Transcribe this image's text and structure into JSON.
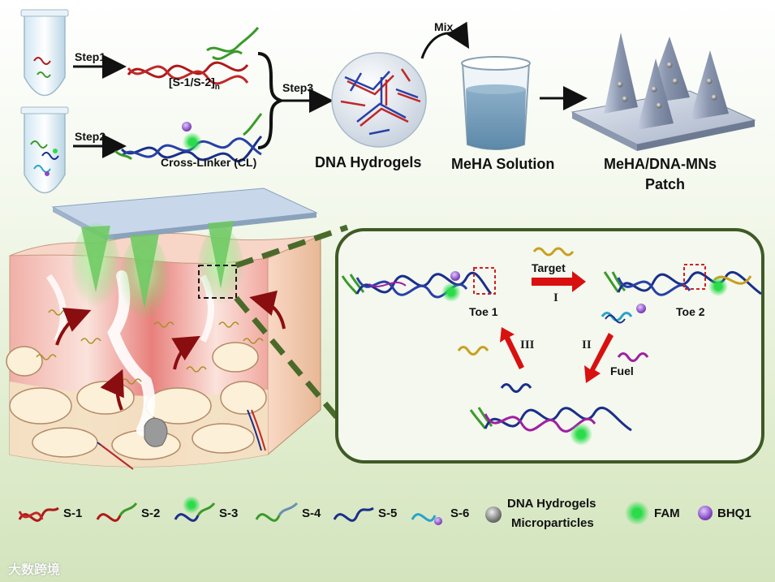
{
  "steps": {
    "step1": "Step1",
    "step2": "Step2",
    "step3": "Step3",
    "mix": "Mix"
  },
  "labels": {
    "s1s2_base": "[S-1/S-2]",
    "s1s2_sub": "n",
    "cross_linker": "Cross-Linker (CL)",
    "dna_hydrogels": "DNA Hydrogels",
    "meha_solution": "MeHA Solution",
    "patch_line1": "MeHA/DNA-MNs",
    "patch_line2": "Patch"
  },
  "mechanism": {
    "target": "Target",
    "toe1": "Toe 1",
    "toe2": "Toe 2",
    "fuel": "Fuel",
    "roman_i": "I",
    "roman_ii": "II",
    "roman_iii": "III"
  },
  "legend": [
    {
      "key": "s1",
      "label": "S-1"
    },
    {
      "key": "s2",
      "label": "S-2"
    },
    {
      "key": "s3",
      "label": "S-3"
    },
    {
      "key": "s4",
      "label": "S-4"
    },
    {
      "key": "s5",
      "label": "S-5"
    },
    {
      "key": "s6",
      "label": "S-6"
    },
    {
      "key": "hydrogel",
      "label_line1": "DNA Hydrogels",
      "label_line2": "Microparticles"
    },
    {
      "key": "fam",
      "label": "FAM"
    },
    {
      "key": "bhq1",
      "label": "BHQ1"
    }
  ],
  "watermark": "大数跨境",
  "colors": {
    "red_strand": "#b01818",
    "green_strand": "#3a9a2a",
    "blue_strand": "#1a2f8a",
    "cyan_strand": "#2aa3c8",
    "yellow_strand": "#c8a020",
    "magenta_strand": "#a020a0",
    "fam_green": "#2bdc4a",
    "bhq_purple": "#8a4ac8",
    "arrow_red": "#d81010",
    "dash_green": "#4a6a2a"
  }
}
